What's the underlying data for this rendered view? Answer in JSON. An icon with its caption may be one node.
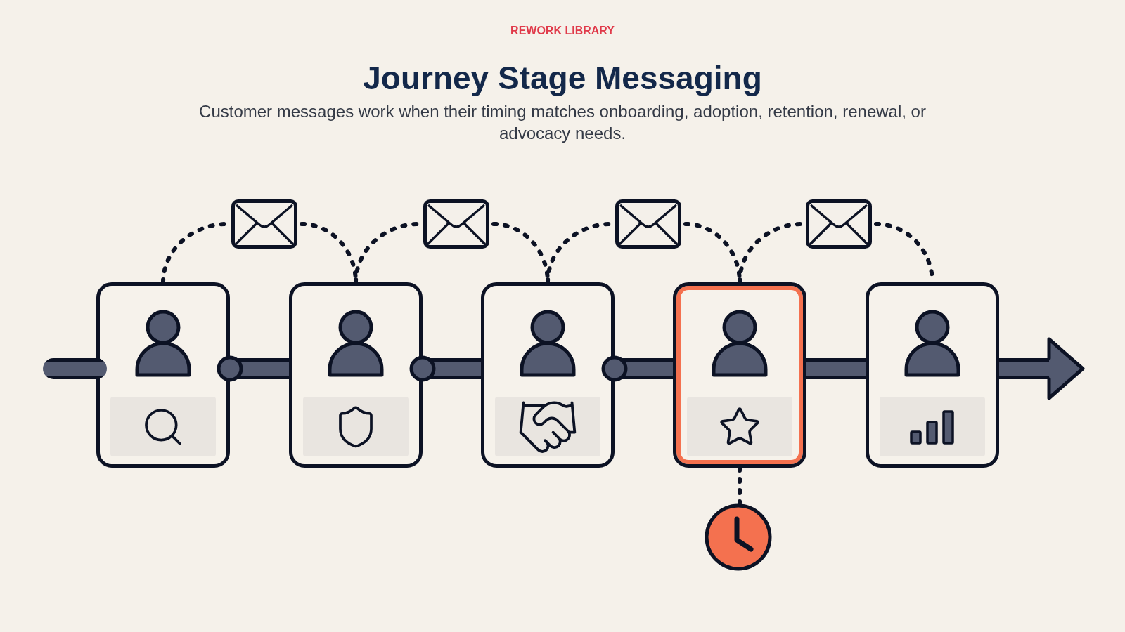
{
  "diagram": {
    "title": "Journey Stage Messaging",
    "nodes": [
      {
        "text": [],
        "shape": "picture"
      },
      {
        "text": [],
        "shape": "picture"
      },
      {
        "text": [],
        "shape": "picture"
      },
      {
        "text": [],
        "shape": "picture"
      },
      {
        "text": [],
        "shape": "box"
      },
      {
        "text": [],
        "shape": "box"
      },
      {
        "text": [],
        "shape": "box"
      },
      {
        "text": [],
        "shape": "box"
      },
      {
        "text": [],
        "shape": "box"
      },
      {
        "text": [],
        "shape": "circle"
      }
    ],
    "edges": [
      {
        "from": null,
        "to": 4,
        "arrow": "none",
        "style": "thick"
      },
      {
        "from": 4,
        "to": 5,
        "arrow": "other",
        "style": "thick"
      },
      {
        "from": 5,
        "to": 6,
        "arrow": "other",
        "style": "thick"
      },
      {
        "from": 6,
        "to": 7,
        "arrow": "other",
        "style": "thick"
      },
      {
        "from": 7,
        "to": 8,
        "arrow": "none",
        "style": "thick"
      },
      {
        "from": 8,
        "to": null,
        "arrow": "to",
        "style": "thick"
      },
      {
        "from": 4,
        "to": 0,
        "arrow": "none",
        "style": "dashed"
      },
      {
        "from": 0,
        "to": 5,
        "arrow": "none",
        "style": "dashed"
      },
      {
        "from": 5,
        "to": 1,
        "arrow": "none",
        "style": "dashed"
      },
      {
        "from": 1,
        "to": 6,
        "arrow": "none",
        "style": "dashed"
      },
      {
        "from": 6,
        "to": 2,
        "arrow": "none",
        "style": "dashed"
      },
      {
        "from": 2,
        "to": 7,
        "arrow": "none",
        "style": "dashed"
      },
      {
        "from": 7,
        "to": 3,
        "arrow": "none",
        "style": "dashed"
      },
      {
        "from": 3,
        "to": 8,
        "arrow": "none",
        "style": "dashed"
      },
      {
        "from": 7,
        "to": 9,
        "arrow": "none",
        "style": "dashed"
      }
    ],
    "labels": [
      "REWORK LIBRARY",
      "Customer messages work when their timing matches onboarding, adoption, retention, renewal, or advocacy needs."
    ]
  }
}
